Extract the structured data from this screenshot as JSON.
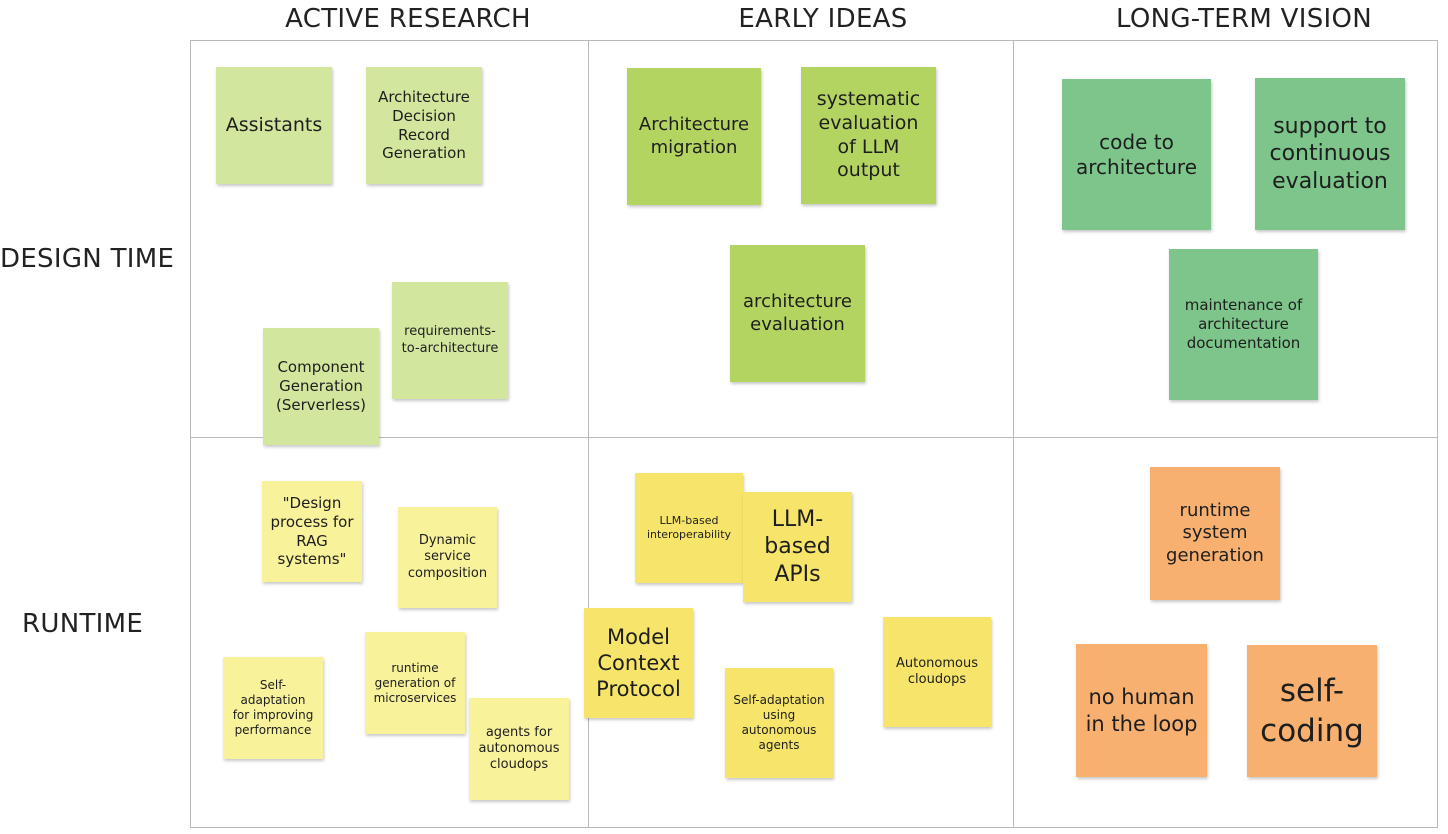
{
  "columns": {
    "active_research": "ACTIVE RESEARCH",
    "early_ideas": "EARLY IDEAS",
    "long_term_vision": "LONG-TERM VISION"
  },
  "rows": {
    "design_time": "DESIGN TIME",
    "runtime": "RUNTIME"
  },
  "notes": {
    "assistants": "Assistants",
    "adr_generation": "Architecture Decision Record Generation",
    "requirements_to_architecture": "requirements-to-architecture",
    "component_generation": "Component Generation (Serverless)",
    "architecture_migration": "Architecture migration",
    "systematic_evaluation": "systematic evaluation of LLM output",
    "architecture_evaluation": "architecture evaluation",
    "code_to_architecture": "code to architecture",
    "support_continuous_evaluation": "support to continuous evaluation",
    "maintenance_documentation": "maintenance of architecture documentation",
    "design_process_rag": "\"Design process for RAG systems\"",
    "dynamic_service_composition": "Dynamic service composition",
    "self_adaptation_performance": "Self-adaptation for improving performance",
    "runtime_generation_microservices": "runtime generation of microservices",
    "agents_autonomous_cloudops": "agents for autonomous cloudops",
    "llm_based_interoperability": "LLM-based interoperability",
    "llm_based_apis": "LLM-based APIs",
    "model_context_protocol": "Model Context Protocol",
    "self_adaptation_agents": "Self-adaptation using autonomous agents",
    "autonomous_cloudops": "Autonomous cloudops",
    "runtime_system_generation": "runtime system generation",
    "no_human_in_loop": "no human in the loop",
    "self_coding": "self-coding"
  },
  "colors": {
    "active_research_design": "#d2e69e",
    "early_ideas_design": "#b4d462",
    "long_term_design": "#7dc58a",
    "active_research_runtime": "#f8f29a",
    "early_ideas_runtime": "#f6e56a",
    "long_term_runtime": "#f7b070"
  }
}
